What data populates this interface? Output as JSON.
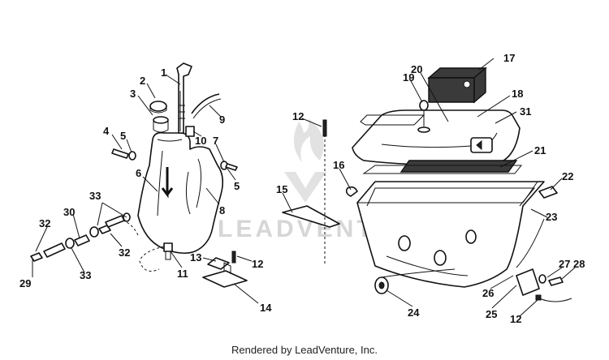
{
  "footer": {
    "credit": "Rendered by LeadVenture, Inc."
  },
  "watermark": {
    "text": "LEADVENTURE"
  },
  "callouts": {
    "c1": "1",
    "c2": "2",
    "c3": "3",
    "c4": "4",
    "c5a": "5",
    "c5b": "5",
    "c6": "6",
    "c7": "7",
    "c8": "8",
    "c9": "9",
    "c10": "10",
    "c11": "11",
    "c12a": "12",
    "c12b": "12",
    "c12c": "12",
    "c13": "13",
    "c14": "14",
    "c15": "15",
    "c16": "16",
    "c17": "17",
    "c18": "18",
    "c19": "19",
    "c20": "20",
    "c21": "21",
    "c22": "22",
    "c23": "23",
    "c24": "24",
    "c25": "25",
    "c26": "26",
    "c27": "27",
    "c28": "28",
    "c29": "29",
    "c30": "30",
    "c31": "31",
    "c32a": "32",
    "c32b": "32",
    "c33a": "33",
    "c33b": "33"
  }
}
